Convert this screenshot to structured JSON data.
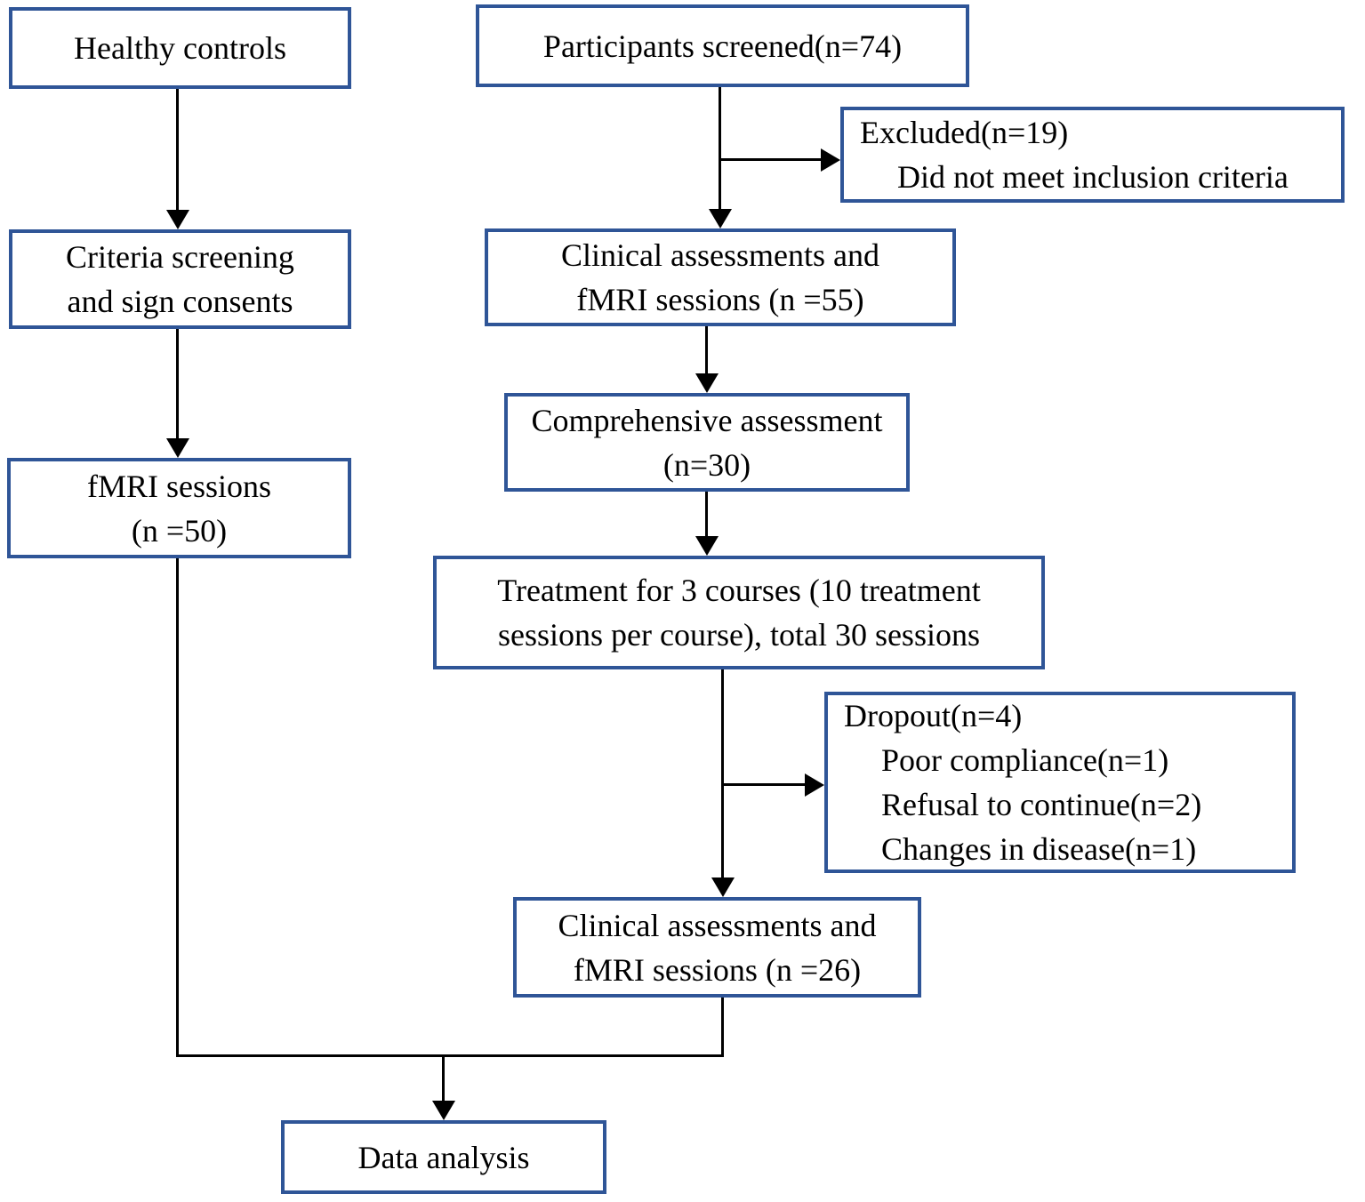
{
  "colors": {
    "box_border": "#2F5597",
    "line": "#000000",
    "text": "#000000",
    "background": "#FFFFFF"
  },
  "boxes": {
    "healthy": {
      "lines": [
        "Healthy controls"
      ]
    },
    "participants": {
      "lines": [
        "Participants screened(n=74)"
      ]
    },
    "excluded": {
      "lines": [
        "Excluded(n=19)",
        "Did not meet inclusion criteria"
      ]
    },
    "criteria": {
      "lines": [
        "Criteria screening",
        "and sign consents"
      ]
    },
    "clinical55": {
      "lines": [
        "Clinical assessments and",
        "fMRI sessions (n =55)"
      ]
    },
    "comprehensive": {
      "lines": [
        "Comprehensive assessment",
        "(n=30)"
      ]
    },
    "fmri50": {
      "lines": [
        "fMRI sessions",
        "(n =50)"
      ]
    },
    "treatment": {
      "lines": [
        "Treatment for 3 courses (10 treatment",
        "sessions per course), total 30 sessions"
      ]
    },
    "dropout": {
      "lines": [
        "Dropout(n=4)",
        "Poor compliance(n=1)",
        "Refusal to continue(n=2)",
        "Changes in disease(n=1)"
      ]
    },
    "clinical26": {
      "lines": [
        "Clinical assessments and",
        "fMRI sessions (n =26)"
      ]
    },
    "data_analysis": {
      "lines": [
        "Data analysis"
      ]
    }
  }
}
